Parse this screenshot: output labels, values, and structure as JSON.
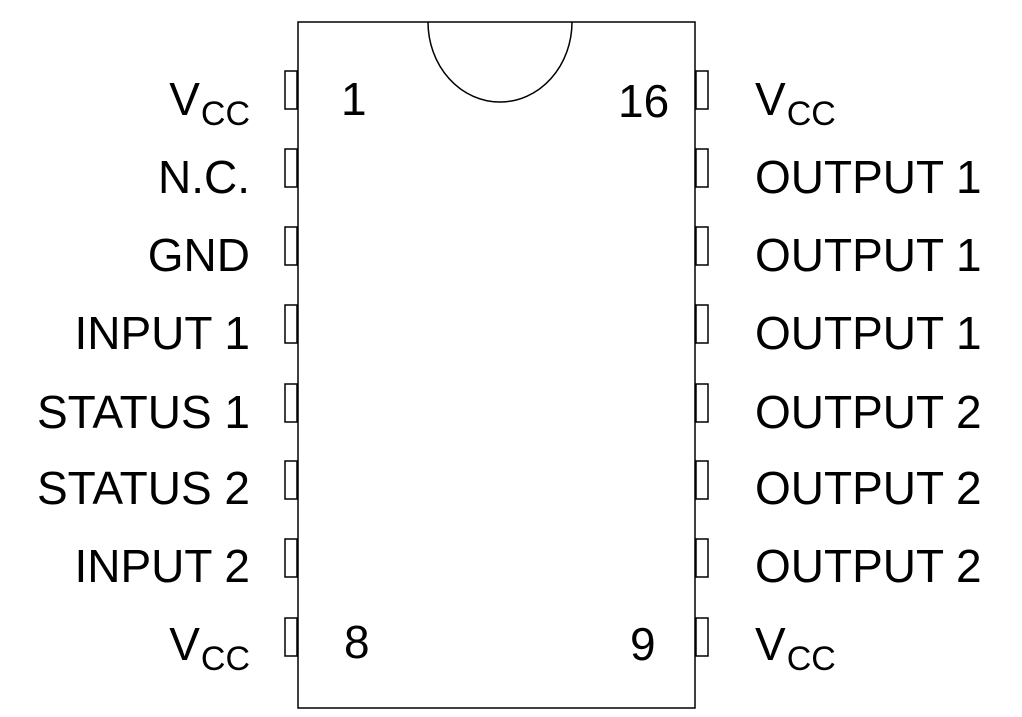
{
  "pins": {
    "left": [
      {
        "label": "V",
        "sub": "CC"
      },
      {
        "label": "N.C.",
        "sub": ""
      },
      {
        "label": "GND",
        "sub": ""
      },
      {
        "label": "INPUT 1",
        "sub": ""
      },
      {
        "label": "STATUS 1",
        "sub": ""
      },
      {
        "label": "STATUS 2",
        "sub": ""
      },
      {
        "label": "INPUT 2",
        "sub": ""
      },
      {
        "label": "V",
        "sub": "CC"
      }
    ],
    "right": [
      {
        "label": "V",
        "sub": "CC"
      },
      {
        "label": "OUTPUT 1",
        "sub": ""
      },
      {
        "label": "OUTPUT 1",
        "sub": ""
      },
      {
        "label": "OUTPUT 1",
        "sub": ""
      },
      {
        "label": "OUTPUT 2",
        "sub": ""
      },
      {
        "label": "OUTPUT 2",
        "sub": ""
      },
      {
        "label": "OUTPUT 2",
        "sub": ""
      },
      {
        "label": "V",
        "sub": "CC"
      }
    ]
  },
  "pin_numbers": {
    "top_left": "1",
    "top_right": "16",
    "bottom_left": "8",
    "bottom_right": "9"
  },
  "colors": {
    "stroke": "#000000",
    "background": "#ffffff"
  }
}
